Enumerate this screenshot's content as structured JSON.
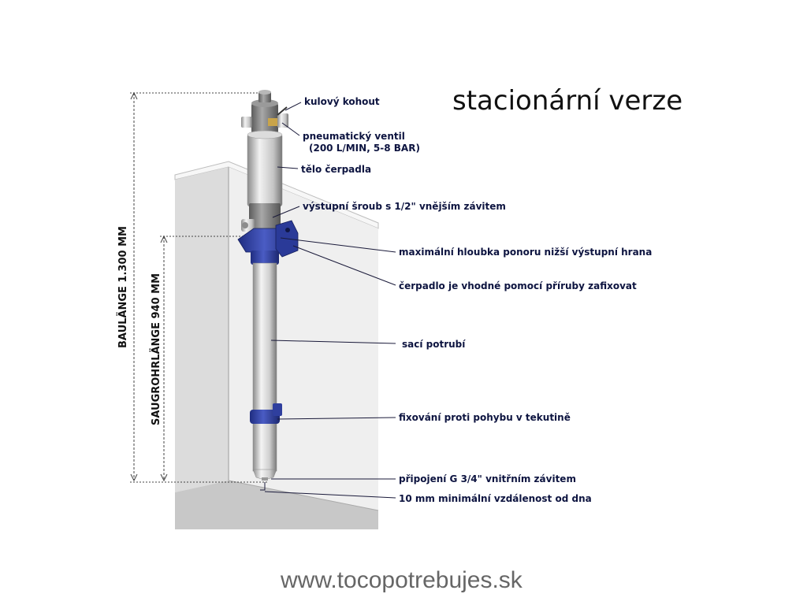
{
  "title": "stacionární verze",
  "dimensions": {
    "overall_length": "BAULÄNGE 1.300 MM",
    "suction_tube_length": "SAUGROHRLÄNGE 940 MM"
  },
  "callouts": {
    "ball_valve": "kulový kohout",
    "pneumatic_valve_line1": "pneumatický ventil",
    "pneumatic_valve_line2": "(200 L/MIN, 5-8 BAR)",
    "pump_body": "tělo čerpadla",
    "outlet_screw": "výstupní šroub s 1/2\" vnějším závitem",
    "max_depth": "maximální hloubka ponoru nižší výstupní hrana",
    "flange_fix": "čerpadlo je vhodné pomocí příruby zafixovat",
    "suction_pipe": "sací potrubí",
    "fixing_motion": "fixování proti pohybu v tekutině",
    "connection": "připojení G 3/4\" vnitřním závitem",
    "min_distance": "10 mm minimální vzdálenost od dna"
  },
  "footer": "www.tocopotrebujes.sk",
  "colors": {
    "clamp_blue": "#2f3f9e",
    "tank_light": "#efefef",
    "tank_shadow": "#c9c9c9",
    "label_text": "#0d1440"
  }
}
